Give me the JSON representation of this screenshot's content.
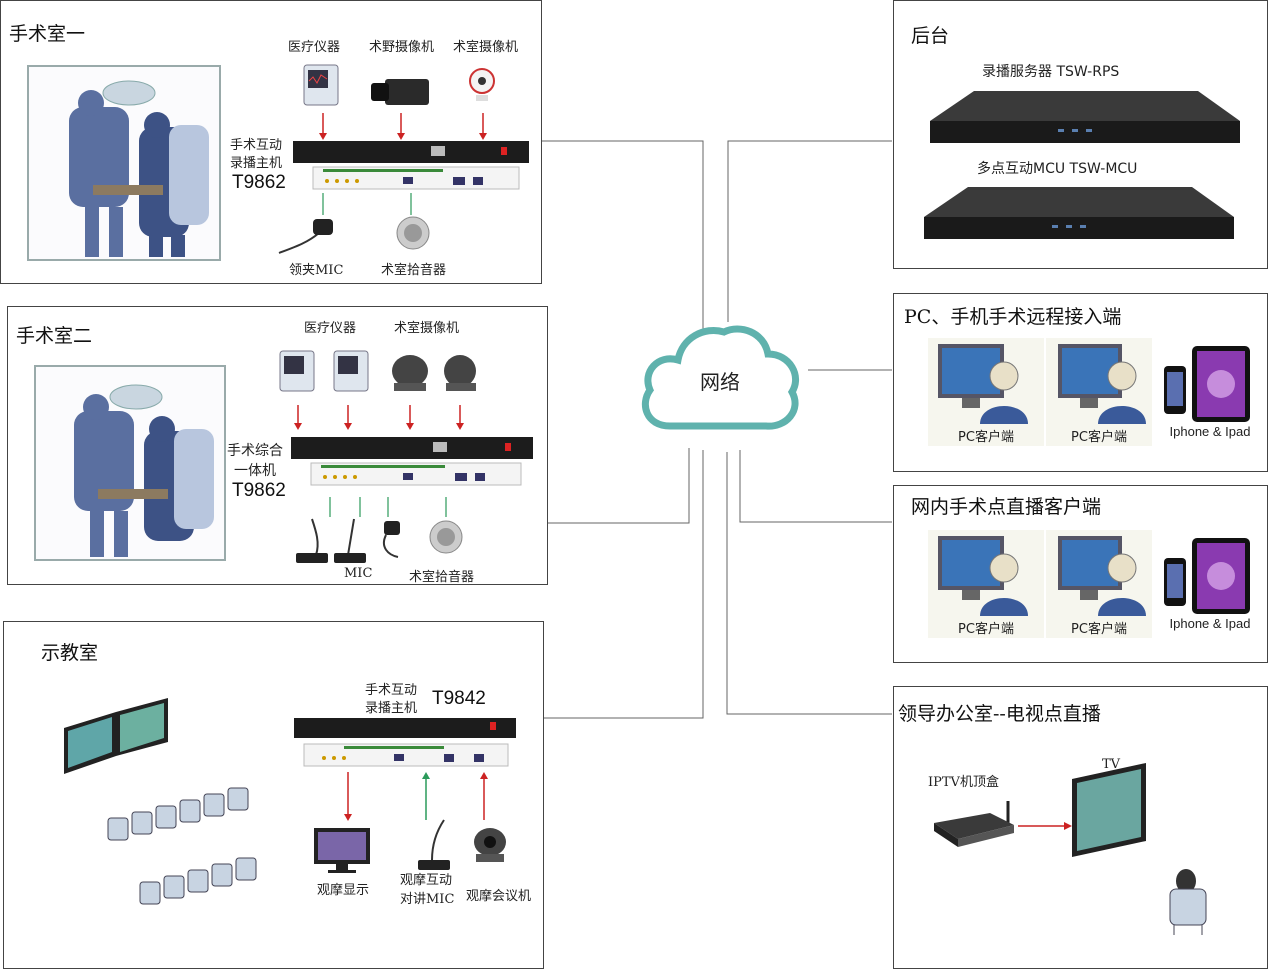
{
  "network": {
    "label": "网络"
  },
  "or1": {
    "title": "手术室一",
    "devices": [
      "医疗仪器",
      "术野摄像机",
      "术室摄像机"
    ],
    "host_label": [
      "手术互动",
      "录播主机"
    ],
    "host_model": "T9862",
    "inputs": [
      "领夹MIC",
      "术室拾音器"
    ]
  },
  "or2": {
    "title": "手术室二",
    "devices": [
      "医疗仪器",
      "术室摄像机"
    ],
    "host_label": [
      "手术综合",
      "一体机"
    ],
    "host_model": "T9862",
    "inputs": [
      "MIC",
      "术室拾音器"
    ]
  },
  "classroom": {
    "title": "示教室",
    "host_label": [
      "手术互动",
      "录播主机"
    ],
    "host_model": "T9842",
    "outputs": [
      "观摩显示",
      "观摩互动",
      "对讲MIC",
      "观摩会议机"
    ]
  },
  "backend": {
    "title": "后台",
    "servers": [
      "录播服务器 TSW-RPS",
      "多点互动MCU  TSW-MCU"
    ]
  },
  "remote": {
    "title": "PC、手机手术远程接入端",
    "clients": [
      "PC客户端",
      "PC客户端",
      "Iphone & Ipad"
    ]
  },
  "lan": {
    "title": "网内手术点直播客户端",
    "clients": [
      "PC客户端",
      "PC客户端",
      "Iphone & Ipad"
    ]
  },
  "office": {
    "title": "领导办公室--电视点直播",
    "stb": "IPTV机顶盒",
    "tv": "TV"
  }
}
